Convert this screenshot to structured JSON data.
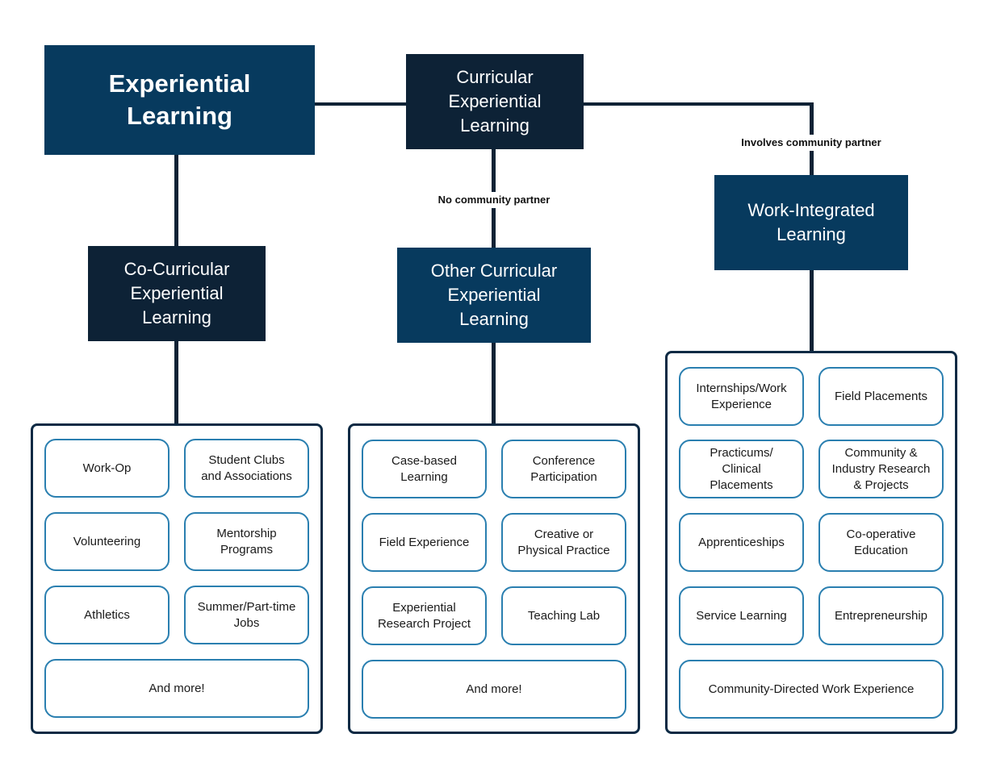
{
  "colors": {
    "navy": "#073a5e",
    "dark_navy": "#0d2236",
    "connector": "#0f2235",
    "item_border": "#2a7fb0",
    "panel_border": "#0d2a44"
  },
  "root": {
    "label": "Experiential\nLearning"
  },
  "curricular": {
    "label": "Curricular\nExperiential\nLearning"
  },
  "co_curricular": {
    "label": "Co-Curricular\nExperiential\nLearning",
    "items": [
      "Work-Op",
      "Student Clubs\nand Associations",
      "Volunteering",
      "Mentorship\nPrograms",
      "Athletics",
      "Summer/Part-time\nJobs"
    ],
    "more": "And more!"
  },
  "other_curricular": {
    "edge_label": "No community partner",
    "label": "Other Curricular\nExperiential\nLearning",
    "items": [
      "Case-based\nLearning",
      "Conference\nParticipation",
      "Field Experience",
      "Creative or\nPhysical Practice",
      "Experiential\nResearch Project",
      "Teaching Lab"
    ],
    "more": "And more!"
  },
  "wil": {
    "edge_label": "Involves community partner",
    "label": "Work-Integrated\nLearning",
    "items": [
      "Internships/Work\nExperience",
      "Field Placements",
      "Practicums/\nClinical\nPlacements",
      "Community &\nIndustry Research\n& Projects",
      "Apprenticeships",
      "Co-operative\nEducation",
      "Service Learning",
      "Entrepreneurship"
    ],
    "wide": "Community-Directed Work Experience"
  }
}
